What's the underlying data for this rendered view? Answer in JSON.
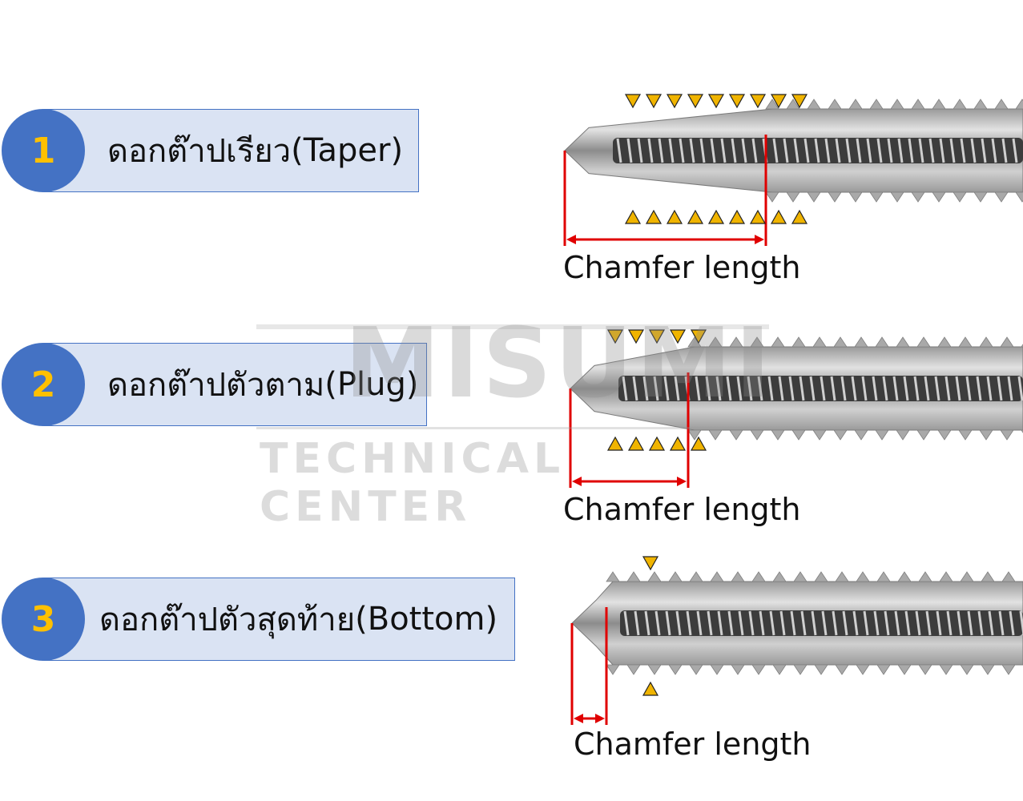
{
  "rows": [
    {
      "number": "1",
      "label_thai": "ดอกต๊าปเรียว",
      "label_en": "(Taper)",
      "caption": "Chamfer length"
    },
    {
      "number": "2",
      "label_thai": "ดอกต๊าปตัวตาม",
      "label_en": "(Plug)",
      "caption": "Chamfer length"
    },
    {
      "number": "3",
      "label_thai": "ดอกต๊าปตัวสุดท้าย",
      "label_en": "(Bottom)",
      "caption": "Chamfer length"
    }
  ],
  "chamfer_threads": [
    9,
    5,
    1
  ],
  "watermark": {
    "brand": "MISUMI",
    "subtitle": "TECHNICAL CENTER"
  },
  "colors": {
    "box_fill": "#dae3f3",
    "box_border": "#4472c4",
    "circle": "#4472c4",
    "number": "#ffc000",
    "marker": "#f0b400",
    "dimension": "#e00000",
    "tap_metal": "#b8b8b8"
  }
}
